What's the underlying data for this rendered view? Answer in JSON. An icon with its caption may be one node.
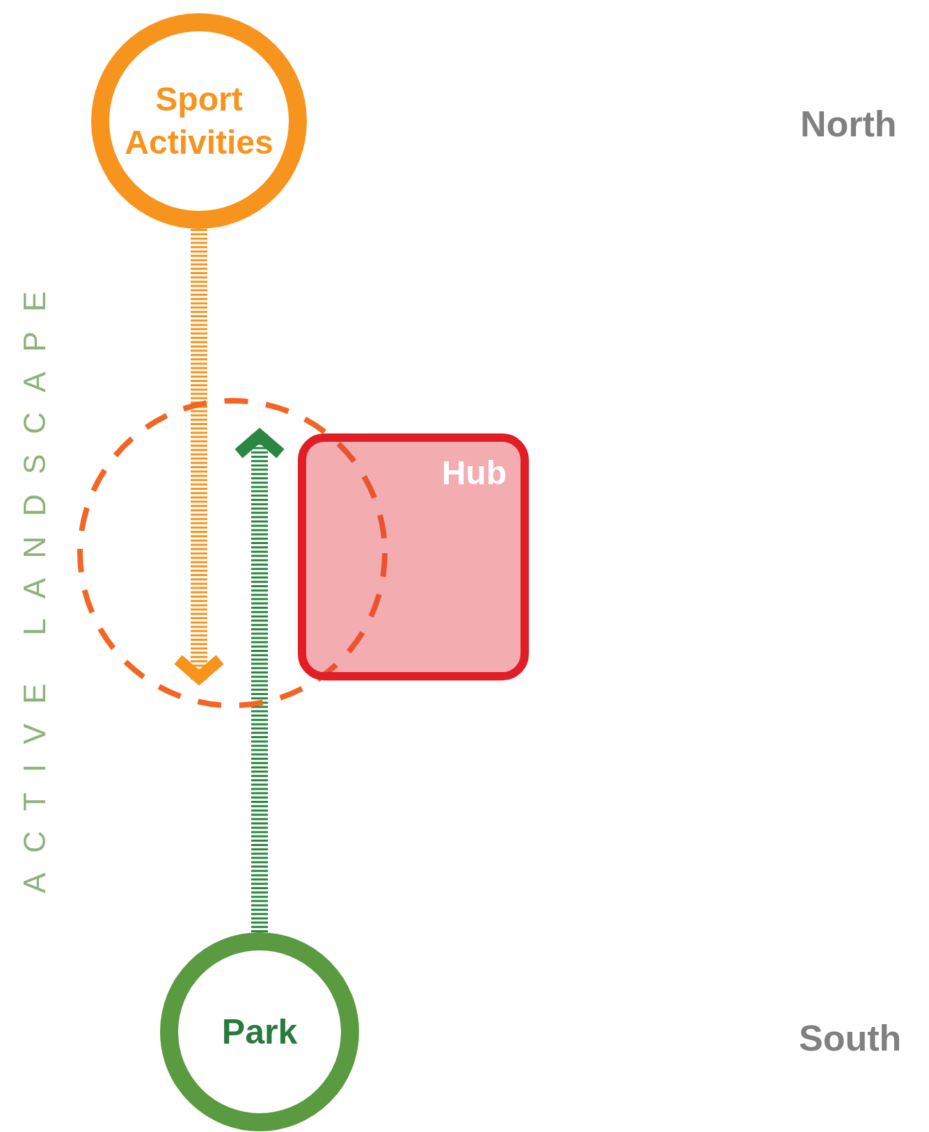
{
  "diagram": {
    "nodes": [
      {
        "text": [
          "Sport Activities"
        ]
      },
      {
        "text": [],
        "shape": "circle"
      },
      {
        "text": [
          "Hub"
        ]
      },
      {
        "text": [
          "Park"
        ]
      }
    ],
    "edges": [
      {
        "from": 0,
        "to": 1,
        "arrow": "to",
        "style": "dashed",
        "color": "#f7941d"
      },
      {
        "from": 3,
        "to": 1,
        "arrow": "to",
        "style": "dashed",
        "color": "#2a8741"
      }
    ],
    "labels": [
      "North",
      "South",
      "ACTIVE LANDSCAPE"
    ]
  }
}
